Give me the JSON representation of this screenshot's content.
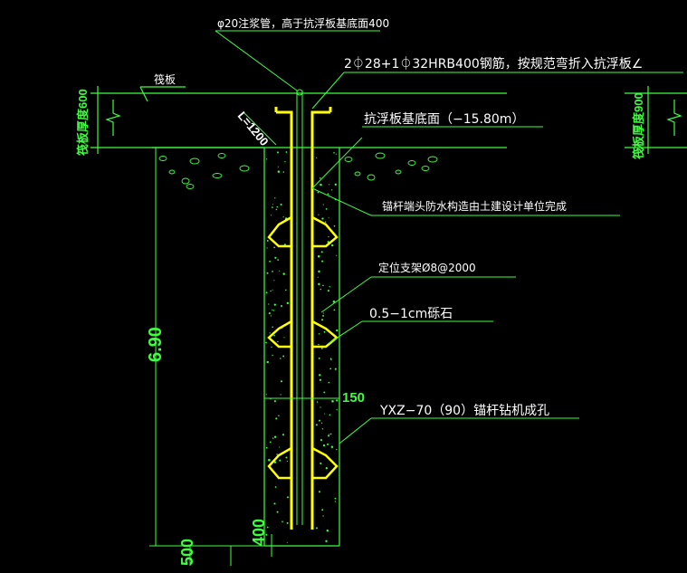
{
  "annotations": {
    "grout_pipe": "φ20注浆管，高于抗浮板基底面400",
    "rebar": "2⏀28+1⏀32HRB400钢筋，按规范弯折入抗浮板∠",
    "raft_label": "筏板",
    "slab_bottom": "抗浮板基底面（−15.80m）",
    "waterproof": "锚杆端头防水构造由土建设计单位完成",
    "spacer": "定位支架Ø8@2000",
    "gravel": "0.5−1cm砾石",
    "drill_hole": "YXZ−70（90）锚杆钻机成孔"
  },
  "dimensions": {
    "raft_thickness_left": "筏板厚度600",
    "raft_thickness_right": "筏板厚度900",
    "bend_length": "L=1200",
    "depth": "6.90",
    "spacing_150": "150",
    "bottom_400": "400",
    "bottom_500": "500"
  },
  "colors": {
    "background": "#000000",
    "lines": "#3dff3d",
    "rebar": "#ffff00",
    "text": "#ffffff",
    "leader": "#3dff3d"
  }
}
